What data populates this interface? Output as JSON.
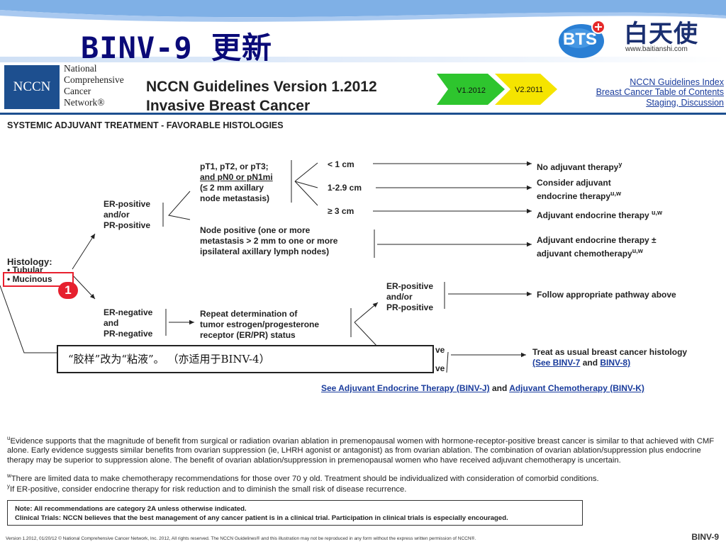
{
  "slide": {
    "title": "BINV-9 更新",
    "logo_mark": "BTS",
    "logo_cn": "白天使",
    "logo_url": "www.baitianshi.com"
  },
  "nccn": {
    "box_label": "NCCN",
    "org_lines": [
      "National",
      "Comprehensive",
      "Cancer",
      "Network®"
    ],
    "version_title": "NCCN Guidelines Version 1.2012",
    "disease_title": "Invasive Breast Cancer",
    "version_new": "V1.2012",
    "version_old": "V2.2011",
    "links": [
      "NCCN Guidelines Index",
      "Breast Cancer Table of Contents",
      "Staging, Discussion"
    ],
    "section_heading": "SYSTEMIC ADJUVANT TREATMENT - FAVORABLE HISTOLOGIES"
  },
  "flow": {
    "histology_label": "Histology:",
    "histology_items": [
      "• Tubular",
      "• Mucinous"
    ],
    "badge": "1",
    "er_pos": [
      "ER-positive",
      "and/or",
      "PR-positive"
    ],
    "er_neg": [
      "ER-negative",
      "and",
      "PR-negative"
    ],
    "pT_box": [
      "pT1, pT2, or pT3;",
      "and pN0 or pN1mi",
      "(≤ 2 mm axillary",
      "node metastasis)"
    ],
    "node_pos_box": [
      "Node positive (one or more",
      "metastasis > 2 mm to one or more",
      "ipsilateral axillary lymph nodes)"
    ],
    "size_lt1": "< 1 cm",
    "size_mid": "1-2.9 cm",
    "size_ge3": "≥ 3 cm",
    "out_none": "No adjuvant therapy",
    "out_none_sup": "y",
    "out_consider": [
      "Consider adjuvant",
      "endocrine therapy"
    ],
    "out_consider_sup": "u,w",
    "out_endo": "Adjuvant endocrine therapy",
    "out_endo_sup": "u,w",
    "out_nodepos": [
      "Adjuvant endocrine therapy ±",
      "adjuvant chemotherapy"
    ],
    "out_nodepos_sup": "u,w",
    "repeat_box": [
      "Repeat determination of",
      "tumor estrogen/progesterone",
      "receptor (ER/PR) status"
    ],
    "er_pos2": [
      "ER-positive",
      "and/or",
      "PR-positive"
    ],
    "out_follow": "Follow appropriate pathway above",
    "out_treat": "Treat as usual breast cancer histology",
    "out_treat_see": "(See BINV-7",
    "out_treat_and": "and",
    "out_treat_link2": "BINV-8)",
    "hidden_ve1": "ve",
    "hidden_ve2": "ve",
    "see_also_1": "See Adjuvant Endocrine Therapy (BINV-J)",
    "see_also_and": "and",
    "see_also_2": "Adjuvant Chemotherapy (BINV-K)",
    "callout": "“胶样”改为“粘液”。 （亦适用于BINV-4）"
  },
  "footnotes": [
    {
      "label": "u",
      "text": "Evidence supports that the magnitude of benefit from surgical or radiation ovarian ablation in premenopausal women with hormone-receptor-positive breast cancer is similar to that achieved with CMF alone. Early evidence suggests similar benefits from ovarian suppression (ie, LHRH agonist or antagonist) as from ovarian ablation. The combination of ovarian ablation/suppression plus endocrine therapy may be superior to suppression alone. The benefit of ovarian ablation/suppression in premenopausal women who have received adjuvant chemotherapy is uncertain."
    },
    {
      "label": "w",
      "text": "There are limited data to make chemotherapy recommendations for those over 70 y old. Treatment should be individualized with consideration of comorbid conditions."
    },
    {
      "label": "y",
      "text": "If ER-positive, consider endocrine therapy for risk reduction and to diminish the small risk of disease recurrence."
    }
  ],
  "note_lines": [
    "Note:  All recommendations are category 2A unless otherwise indicated.",
    "Clinical Trials: NCCN believes that the best management of any cancer patient is in a clinical trial.  Participation in clinical trials is especially encouraged."
  ],
  "copyright": "Version 1.2012, 01/20/12 © National Comprehensive Cancer Network, Inc. 2012, All rights reserved. The NCCN Guidelines® and this illustration may not be reproduced in any form without the express written permission of NCCN®.",
  "page_id": "BINV-9",
  "colors": {
    "title": "#0a0a78",
    "nccn_blue": "#1d4f8f",
    "link": "#1a3c9c",
    "highlight": "#e8202e",
    "arrow_green": "#2ec52e",
    "arrow_yellow": "#f5e400"
  }
}
